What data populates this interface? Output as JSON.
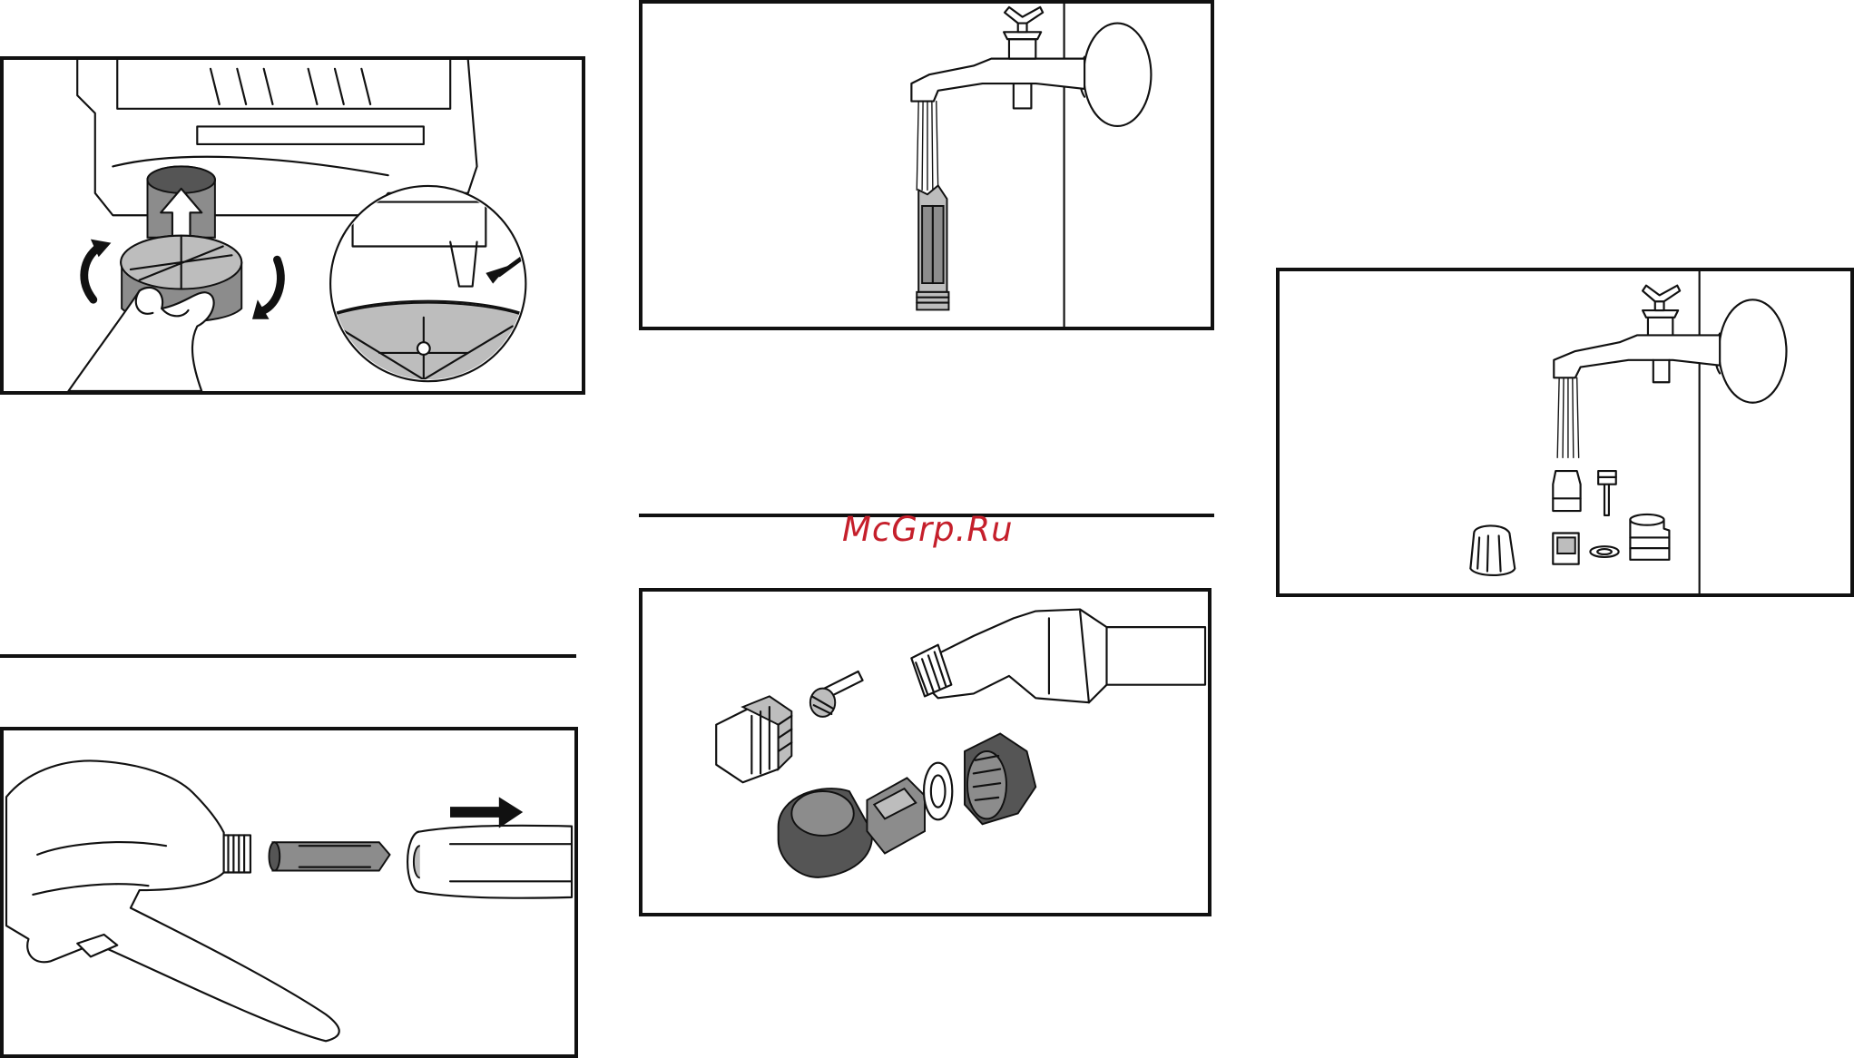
{
  "watermark": "McGrp.Ru",
  "figures": [
    {
      "id": "filter-removal",
      "icon": "pump-filter-removal-illustration"
    },
    {
      "id": "tap-rinse-filter",
      "icon": "tap-rinsing-filter-illustration"
    },
    {
      "id": "tap-rinse-nozzle-parts",
      "icon": "tap-rinsing-nozzle-parts-illustration"
    },
    {
      "id": "gun-filter",
      "icon": "spray-gun-filter-illustration"
    },
    {
      "id": "nozzle-exploded",
      "icon": "nozzle-exploded-view-illustration"
    }
  ]
}
